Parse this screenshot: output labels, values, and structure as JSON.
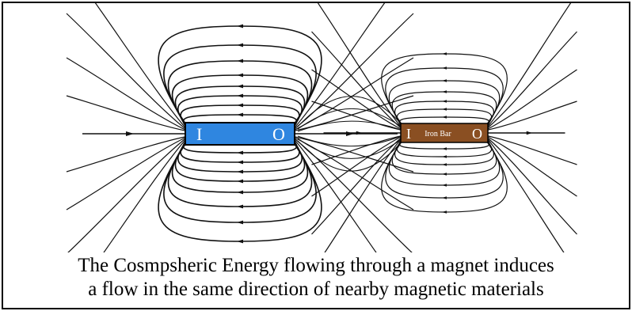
{
  "colors": {
    "magnet_fill": "#2f86e0",
    "iron_bar_fill": "#8a4f22",
    "field_line": "#111111",
    "pole_text": "#ffffff",
    "background": "#ffffff",
    "border": "#000000"
  },
  "magnet": {
    "pole_left": "I",
    "pole_right": "O"
  },
  "iron_bar": {
    "pole_left": "I",
    "label": "Iron Bar",
    "pole_right": "O"
  },
  "caption": {
    "line1": "The Cosmpsheric Energy flowing through a magnet induces",
    "line2": "a flow in the same direction of nearby magnetic materials"
  }
}
